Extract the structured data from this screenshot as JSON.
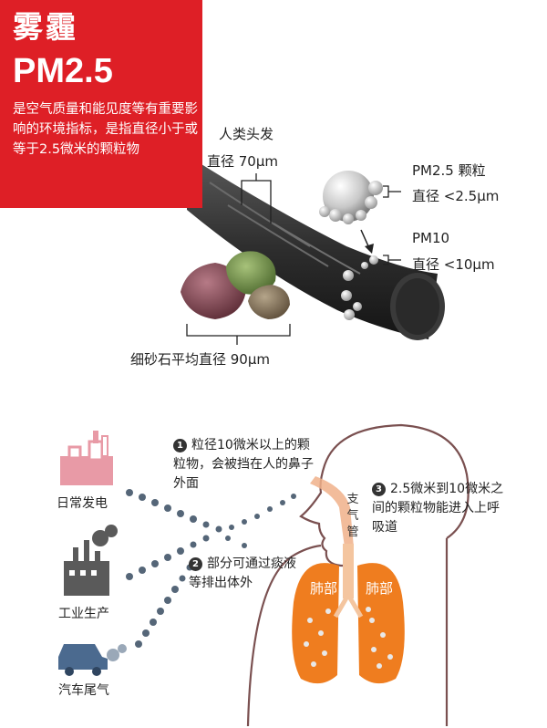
{
  "title": {
    "main": "雾霾",
    "pm": "PM2.5",
    "description": "是空气质量和能见度等有重要影响的环境指标，是指直径小于或等于2.5微米的颗粒物"
  },
  "size_compare": {
    "hair_label": "人类头发",
    "hair_diameter": "直径 70μm",
    "sand_label": "细砂石平均直径 90μm",
    "pm25_name": "PM2.5 颗粒",
    "pm25_diameter": "直径 <2.5μm",
    "pm10_name": "PM10",
    "pm10_diameter": "直径 <10μm"
  },
  "sources": {
    "power": "日常发电",
    "industry": "工业生产",
    "car": "汽车尾气"
  },
  "notes": {
    "n1_num": "1",
    "n1_text": "粒径10微米以上的颗粒物，会被挡在人的鼻子外面",
    "n2_num": "2",
    "n2_text": "部分可通过痰液等排出体外",
    "n3_num": "3",
    "n3_text": "2.5微米到10微米之间的颗粒物能进入上呼吸道"
  },
  "body": {
    "trachea": "支气管",
    "lung_left": "肺部",
    "lung_right": "肺部"
  },
  "colors": {
    "accent_red": "#de1f26",
    "lung_orange": "#ef7d1f",
    "source_pink": "#e89aa6",
    "source_gray": "#5a5a5a",
    "source_blue": "#4b6a8f"
  }
}
